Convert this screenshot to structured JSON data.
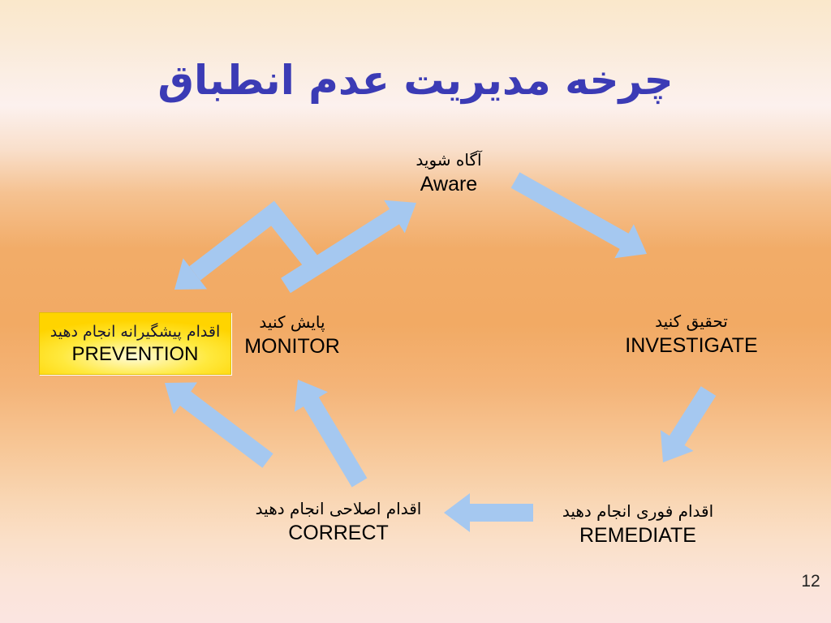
{
  "slide": {
    "title": "چرخه مدیریت عدم انطباق",
    "page_number": "12",
    "colors": {
      "title": "#3B3BB5",
      "arrow": "#A5C8F0",
      "prevention_box": "#FFD900",
      "label_text": "#000000"
    },
    "nodes": {
      "aware": {
        "fa": "آگاه شوید",
        "en": "Aware"
      },
      "investigate": {
        "fa": "تحقیق کنید",
        "en": "INVESTIGATE"
      },
      "remediate": {
        "fa": "اقدام فوری انجام دهید",
        "en": "REMEDIATE"
      },
      "correct": {
        "fa": "اقدام اصلاحی انجام دهید",
        "en": "CORRECT"
      },
      "monitor": {
        "fa": "پایش کنید",
        "en": "MONITOR"
      },
      "prevention": {
        "fa": "اقدام پیشگیرانه انجام دهید",
        "en": "PREVENTION"
      }
    },
    "arrows": [
      {
        "from": "aware",
        "to": "investigate"
      },
      {
        "from": "investigate",
        "to": "remediate"
      },
      {
        "from": "remediate",
        "to": "correct"
      },
      {
        "from": "correct",
        "to": "monitor"
      },
      {
        "from": "correct",
        "to": "prevention"
      },
      {
        "from": "monitor",
        "to": "aware"
      },
      {
        "from": "monitor-aware-shaft",
        "to": "prevention"
      }
    ]
  }
}
